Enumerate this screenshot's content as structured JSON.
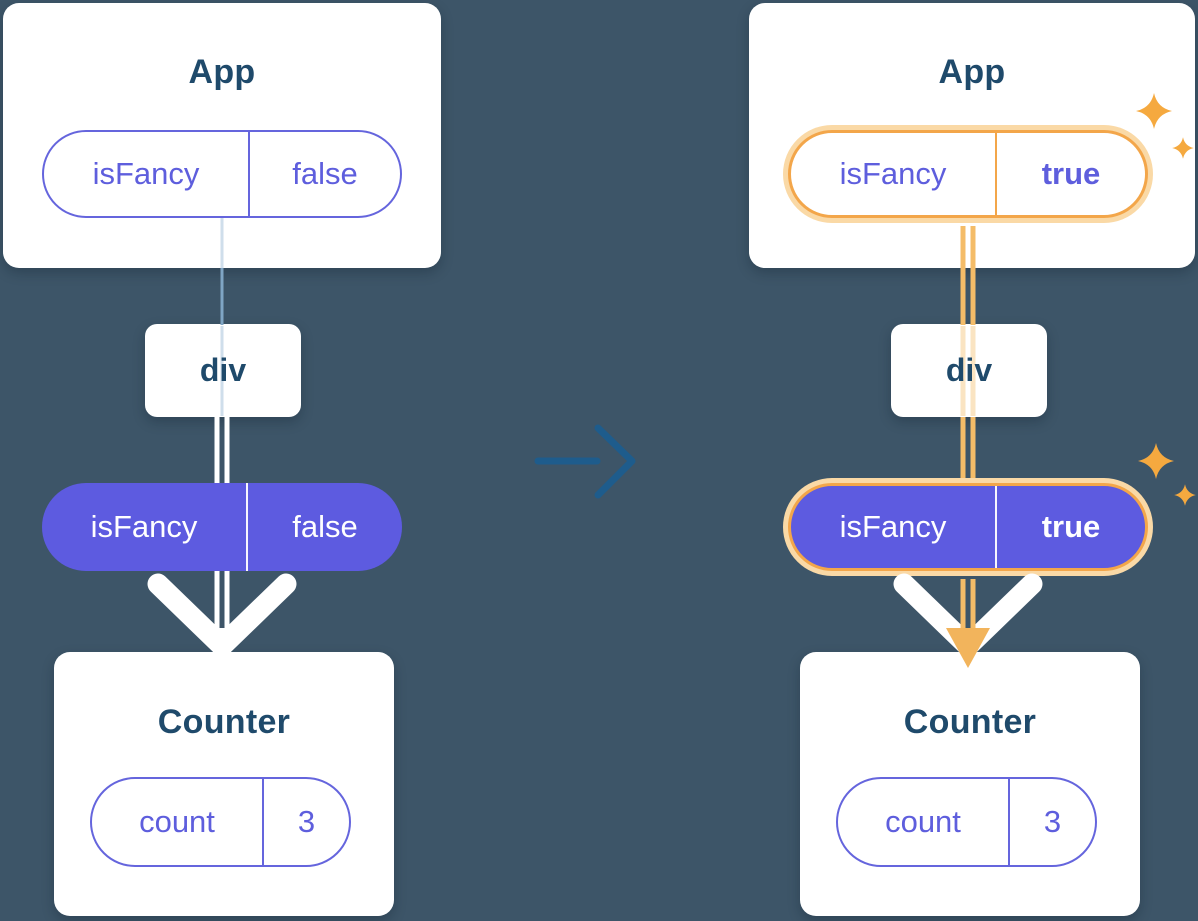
{
  "colors": {
    "background": "#3d5568",
    "card": "#ffffff",
    "heading_text": "#1f4a6b",
    "purple_accent": "#6565dd",
    "purple_fill": "#5d5be0",
    "highlight_orange": "#f3a64a",
    "highlight_glow": "#fad9a6",
    "connector_orange": "#f4bc68",
    "connector_white": "#ffffff",
    "transition_arrow_blue": "#1e5c8c"
  },
  "before": {
    "app": {
      "title": "App",
      "state": {
        "key": "isFancy",
        "value": "false"
      }
    },
    "container": {
      "label": "div"
    },
    "prop": {
      "key": "isFancy",
      "value": "false"
    },
    "counter": {
      "title": "Counter",
      "state": {
        "key": "count",
        "value": "3"
      }
    }
  },
  "after": {
    "app": {
      "title": "App",
      "state": {
        "key": "isFancy",
        "value": "true"
      }
    },
    "container": {
      "label": "div"
    },
    "prop": {
      "key": "isFancy",
      "value": "true"
    },
    "counter": {
      "title": "Counter",
      "state": {
        "key": "count",
        "value": "3"
      }
    }
  }
}
